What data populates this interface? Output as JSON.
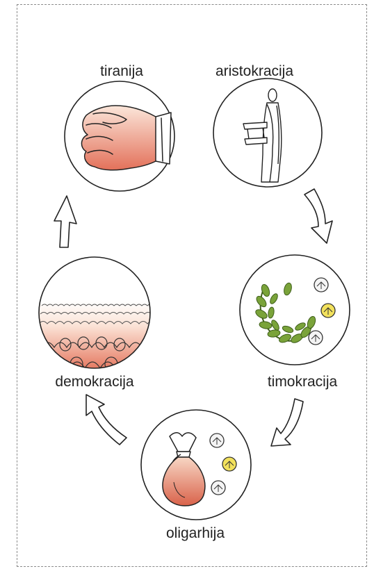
{
  "stages": {
    "tiranija": "tiranija",
    "aristokracija": "aristokracija",
    "timokracija": "timokracija",
    "oligarhija": "oligarhija",
    "demokracija": "demokracija"
  },
  "icons": {
    "tiranija": "fist-icon",
    "aristokracija": "philosopher-with-scroll-icon",
    "timokracija": "laurel-wreath-and-coins-icon",
    "oligarhija": "money-bag-and-coins-icon",
    "demokracija": "crowd-icon"
  },
  "colors": {
    "outline": "#222222",
    "flesh_gradient_top": "#fbe6da",
    "flesh_gradient_bottom": "#e3715a",
    "laurel": "#5f8f2a",
    "gold_coin": "#f2e15c",
    "silver_coin": "#f4f4f4"
  }
}
